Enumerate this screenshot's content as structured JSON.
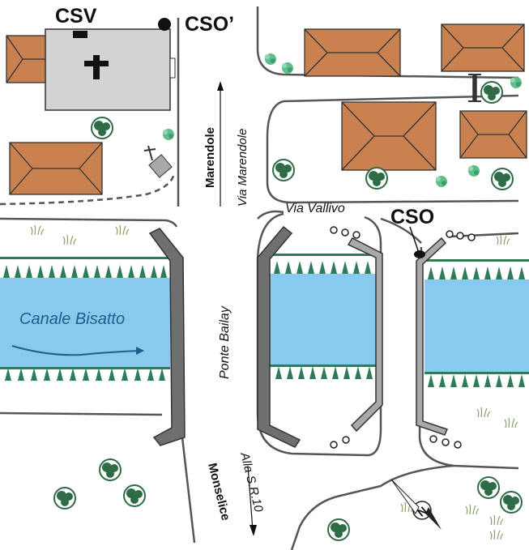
{
  "labels": {
    "csv": "CSV",
    "cso_prime": "CSO’",
    "cso": "CSO",
    "marendole_bold": "Marendole",
    "via_marendole": "Via Marendole",
    "via_vallivo": "Via Vallivo",
    "canale_bisatto": "Canale Bisatto",
    "ponte_bailay": "Ponte Bailay",
    "monselice": "Monselice",
    "alla_sr10": "Alla S.R.10",
    "north": "N"
  },
  "colors": {
    "water": "#88c9ee",
    "roof": "#c8814f",
    "church": "#d3d3d3",
    "bridge": "#6f6f6f",
    "bridge_light": "#a9a9a9",
    "reeds": "#2e7b57",
    "tree": "#2e6b47",
    "line": "#555555"
  },
  "icons": {
    "church": "cross-icon",
    "cemetery": "grave-cross-icon",
    "compass": "compass-north-icon",
    "discharge_point": "outfall-dot-icon"
  }
}
